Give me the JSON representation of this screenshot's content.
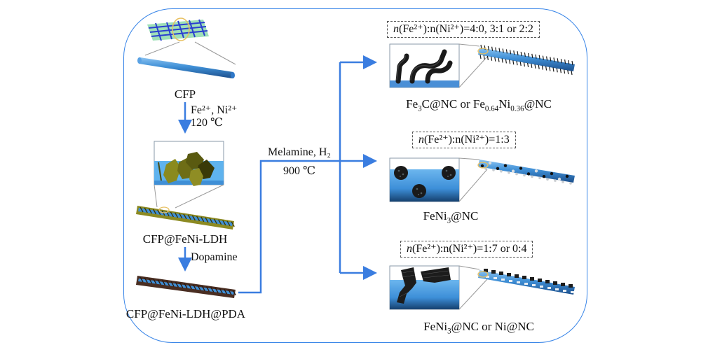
{
  "diagram": {
    "title": "Synthesis scheme of CFP-supported FeNi nitrogen-doped carbon catalysts",
    "colors": {
      "frame": "#3a86e8",
      "arrow": "#3a7de0",
      "fiber": "#3f8fd6",
      "ldh": "#7b7a1c",
      "pda": "#4a2e22",
      "grid_bg": "#9fe0b8",
      "grid_lines": "#2a3fd0",
      "highlight_ring": "#e8b84a"
    },
    "left_column": {
      "stage1": {
        "label": "CFP",
        "image": "carbon-fiber-paper-and-single-fiber"
      },
      "step1": {
        "reagents": "Fe²⁺, Ni²⁺",
        "temperature": "120 ℃"
      },
      "stage2": {
        "label": "CFP@FeNi-LDH",
        "image": "fiber-coated-with-ldh-nanosheets"
      },
      "step2": {
        "reagents": "Dopamine"
      },
      "stage3": {
        "label": "CFP@FeNi-LDH@PDA",
        "image": "fiber-coated-with-pda"
      }
    },
    "middle": {
      "reagents": "Melamine, H₂",
      "temperature": "900 ℃"
    },
    "branches": [
      {
        "ratio_prefix": "n",
        "ratio_text": "(Fe²⁺):n(Ni²⁺)=4:0, 3:1 or 2:2",
        "product_parts": [
          "Fe",
          "3",
          "C@NC or Fe",
          "0.64",
          "Ni",
          "0.36",
          "@NC"
        ],
        "product": "Fe₃C@NC or Fe0.64Ni0.36@NC",
        "image": "carbon-nanotubes-on-fiber"
      },
      {
        "ratio_text": "(Fe²⁺):n(Ni²⁺)=1:3",
        "product_parts": [
          "FeNi",
          "3",
          "@NC"
        ],
        "product": "FeNi₃@NC",
        "image": "nanoparticles-on-fiber"
      },
      {
        "ratio_text": "(Fe²⁺):n(Ni²⁺)=1:7 or 0:4",
        "product_parts": [
          "FeNi",
          "3",
          "@NC or Ni@NC"
        ],
        "product": "FeNi₃@NC or Ni@NC",
        "image": "nanosheets-on-fiber"
      }
    ]
  }
}
